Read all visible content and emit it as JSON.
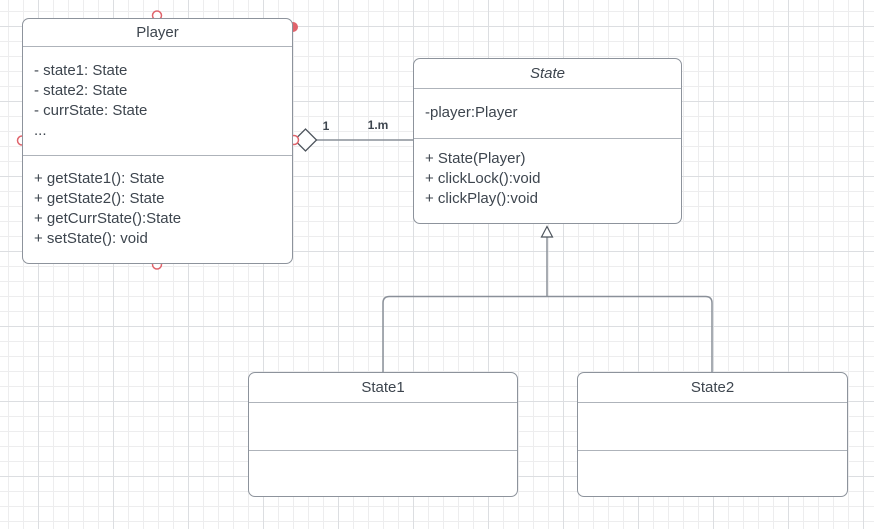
{
  "diagram": {
    "classes": [
      {
        "title": "Player",
        "abstract": false,
        "attributes": [
          "- state1: State",
          "- state2: State",
          "- currState: State",
          "..."
        ],
        "methods": [
          "+ getState1(): State",
          "+ getState2(): State",
          "+ getCurrState():State",
          "+ setState(): void"
        ]
      },
      {
        "title": "State",
        "abstract": true,
        "attributes": [
          "-player:Player"
        ],
        "methods": [
          "+ State(Player)",
          "+ clickLock():void",
          "+ clickPlay():void"
        ]
      },
      {
        "title": "State1",
        "abstract": false,
        "attributes": [],
        "methods": []
      },
      {
        "title": "State2",
        "abstract": false,
        "attributes": [],
        "methods": []
      }
    ],
    "edges": [
      {
        "type": "aggregation",
        "source": "Player",
        "target": "State",
        "source_multiplicity": "1",
        "target_multiplicity": "1.m"
      },
      {
        "type": "generalization",
        "source": "State1",
        "target": "State"
      },
      {
        "type": "generalization",
        "source": "State2",
        "target": "State"
      }
    ],
    "colors": {
      "handle_red": "#e0646c",
      "shape_border": "#8d939c",
      "separator": "#aeb3ba",
      "connector": "#8a9099",
      "marker_stroke": "#4d545c",
      "text": "#3d454e",
      "grid_minor": "#ededee",
      "grid_major": "#dcdee1",
      "background": "#ffffff"
    }
  }
}
